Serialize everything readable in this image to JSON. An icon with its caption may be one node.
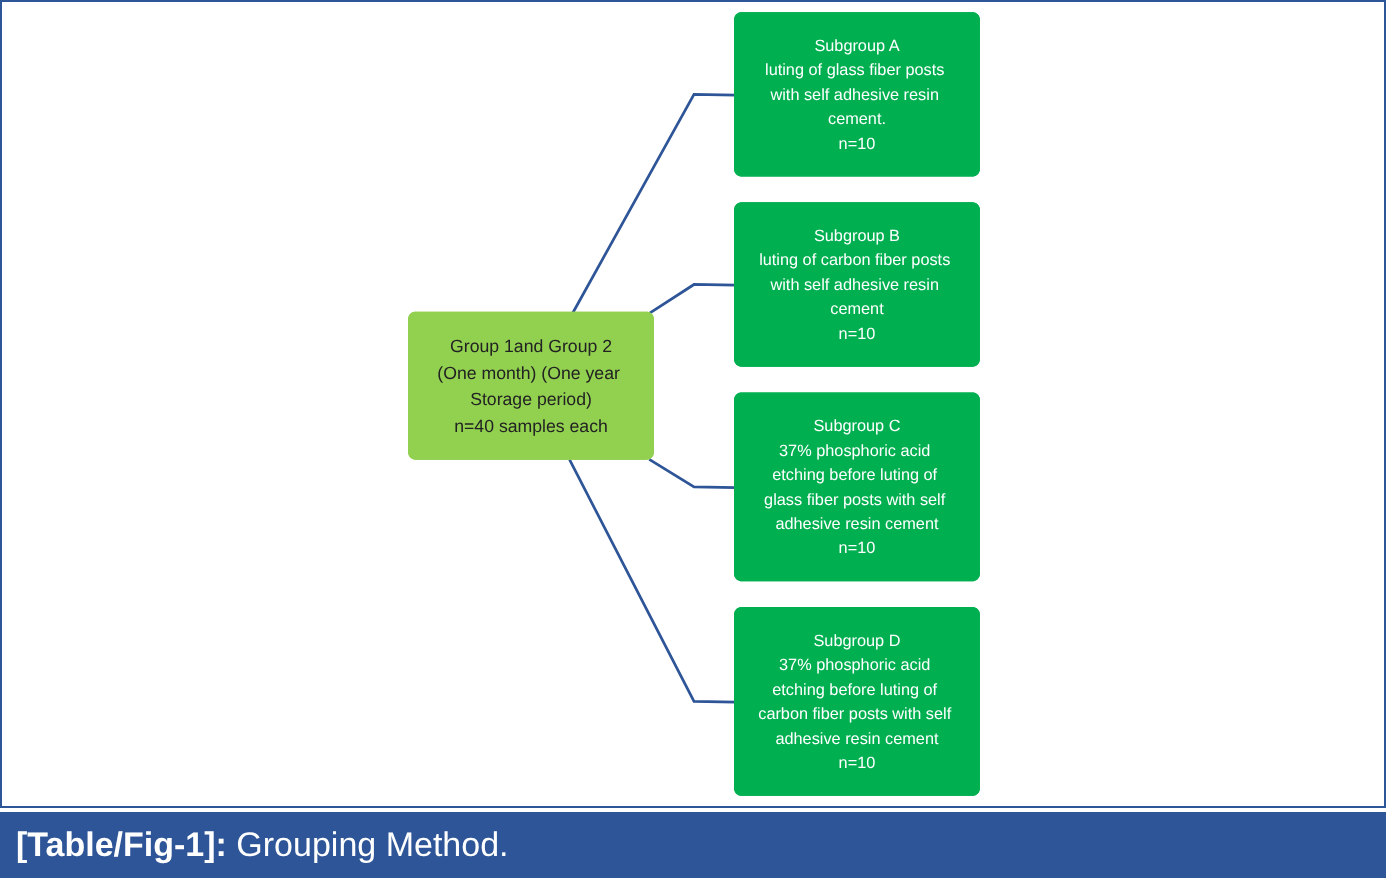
{
  "diagram": {
    "caption": "**[Table/Fig-1]:** Grouping Method.",
    "nodes": [
      {
        "text": [
          "Group 1and Group 2",
          "(One month) (One year Storage period)",
          "n=40 samples each"
        ]
      },
      {
        "text": [
          "Subgroup A",
          "luting of glass fiber posts with self adhesive resin cement.",
          "n=10"
        ]
      },
      {
        "text": [
          "Subgroup B",
          "luting of carbon fiber posts with self adhesive resin cement",
          "n=10"
        ]
      },
      {
        "text": [
          "Subgroup C",
          "37% phosphoric acid etching before luting of glass fiber posts with self adhesive resin cement",
          "n=10"
        ]
      },
      {
        "text": [
          "Subgroup D",
          "37% phosphoric acid etching before luting of carbon fiber posts with self adhesive resin cement",
          "n=10"
        ]
      }
    ],
    "edges": [
      {
        "from": 0,
        "to": 1,
        "arrow": "none"
      },
      {
        "from": 0,
        "to": 2,
        "arrow": "none"
      },
      {
        "from": 0,
        "to": 3,
        "arrow": "none"
      },
      {
        "from": 0,
        "to": 4,
        "arrow": "none"
      }
    ]
  }
}
